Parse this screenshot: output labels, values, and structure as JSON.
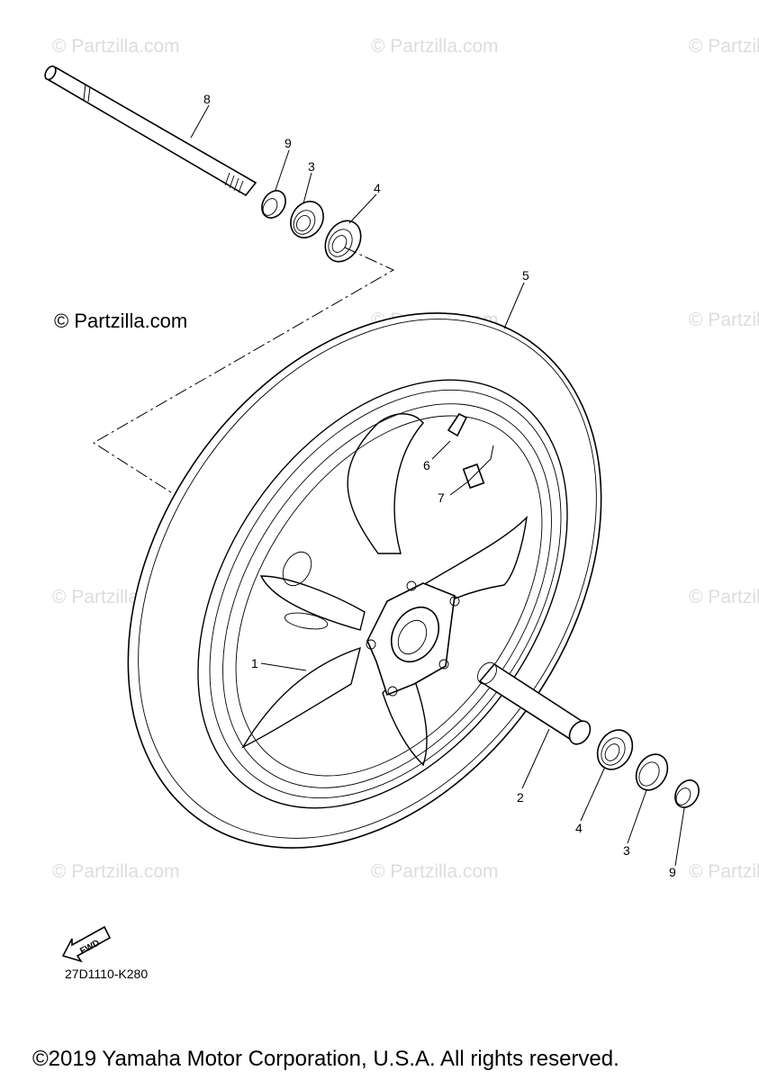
{
  "watermark": "© Partzilla.com",
  "copyright_label": "© Partzilla.com",
  "callouts": {
    "c1": "1",
    "c2": "2",
    "c3a": "3",
    "c3b": "3",
    "c4a": "4",
    "c4b": "4",
    "c5": "5",
    "c6": "6",
    "c7": "7",
    "c8": "8",
    "c9a": "9",
    "c9b": "9"
  },
  "fwd_label": "FWD",
  "diagram_code": "27D1110-K280",
  "footer": "©2019 Yamaha Motor Corporation, U.S.A. All rights reserved."
}
